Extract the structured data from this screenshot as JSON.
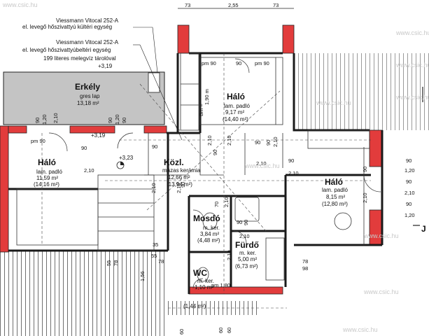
{
  "watermark": "www.csic.hu",
  "colors": {
    "brick": "#e23c3c",
    "wall": "#1a1a1a",
    "deck": "#c4c4c4",
    "line": "#222222"
  },
  "annotations": {
    "vitocal_1": "Viessmann Vitocal 252-A",
    "vitocal_1_sub": "el. levegő hőszivattyú kültéri egység",
    "vitocal_2": "Viessmann Vitocal 252-A",
    "vitocal_2_sub": "el. levegő hőszivattyúbeltéri egység",
    "tank": "199 literes melegvíz tárolóval"
  },
  "levels": {
    "l1": "+3,19",
    "l2": "+3,19",
    "l3": "+3,23"
  },
  "rooms": {
    "erkely": {
      "name": "Erkély",
      "floor": "gres lap",
      "area": "13,18 m²"
    },
    "halo_n": {
      "name": "Háló",
      "floor": "lam. padló",
      "area": "9,17 m²",
      "area2": "(14,40 m²)"
    },
    "halo_w": {
      "name": "Háló",
      "floor": "lam. padló",
      "area": "11,59 m²",
      "area2": "(14,16 m²)"
    },
    "kozl": {
      "name": "Közl.",
      "floor": "mázas kerámia",
      "area": "12,66 m²",
      "area2": "(13,94 m²)"
    },
    "halo_e": {
      "name": "Háló",
      "floor": "lam. padló",
      "area": "8,15 m²",
      "area2": "(12,80 m²)"
    },
    "mosdo": {
      "name": "Mosdó",
      "floor": "m. ker.",
      "area": "3,84 m²",
      "area2": "(4,48 m²)"
    },
    "furdo": {
      "name": "Fürdő",
      "floor": "m. ker.",
      "area": "5,00 m²",
      "area2": "(6,73 m²)"
    },
    "wc": {
      "name": "WC",
      "floor": "m. ker.",
      "area": "1,10 m²",
      "area2": "(1,44 m²)"
    }
  },
  "dims": {
    "top_left": "73",
    "top_mid": "2,55",
    "top_right": "73",
    "pm90": "pm 90",
    "d90": "90",
    "d120": "1,20",
    "d210": "2,10",
    "d190": "1,90 m",
    "bm": "Bm =",
    "d70": "70",
    "d60": "60",
    "d55": "55",
    "d78": "78",
    "d98": "98",
    "d156": "1,56",
    "d180": "1,80",
    "pm180": "pm 1,80",
    "d35": "35"
  },
  "sides": {
    "marker_j": "J"
  }
}
